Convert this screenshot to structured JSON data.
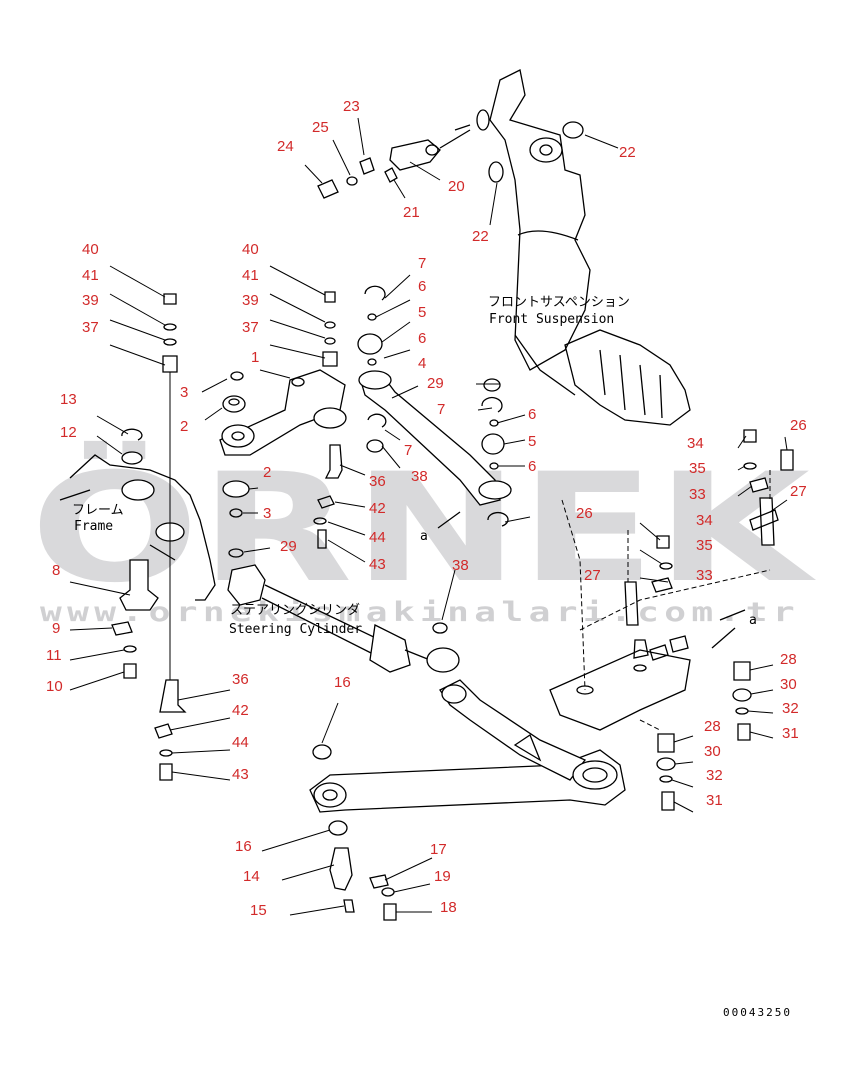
{
  "watermark": {
    "brand": "ÖRNEK",
    "url": "www.ornekismakinalari.com.tr"
  },
  "captions": {
    "frame_jp": "フレーム",
    "frame_en": "Frame",
    "front_suspension_jp": "フロントサスペンション",
    "front_suspension_en": "Front Suspension",
    "steering_cylinder_jp": "ステアリングシリンダ",
    "steering_cylinder_en": "Steering Cylinder",
    "ref_a_left": "a",
    "ref_a_right": "a"
  },
  "drawing_code": "00043250",
  "part_labels": [
    "23",
    "25",
    "24",
    "20",
    "21",
    "22",
    "22",
    "40",
    "41",
    "39",
    "37",
    "40",
    "41",
    "39",
    "37",
    "7",
    "6",
    "5",
    "6",
    "4",
    "1",
    "3",
    "2",
    "29",
    "7",
    "6",
    "5",
    "6",
    "7",
    "36",
    "38",
    "13",
    "12",
    "2",
    "3",
    "42",
    "44",
    "29",
    "43",
    "26",
    "27",
    "8",
    "38",
    "9",
    "11",
    "10",
    "36",
    "42",
    "44",
    "43",
    "16",
    "16",
    "14",
    "15",
    "17",
    "19",
    "18",
    "26",
    "27",
    "34",
    "35",
    "33",
    "34",
    "35",
    "33",
    "28",
    "30",
    "32",
    "31",
    "28",
    "30",
    "32",
    "31"
  ]
}
